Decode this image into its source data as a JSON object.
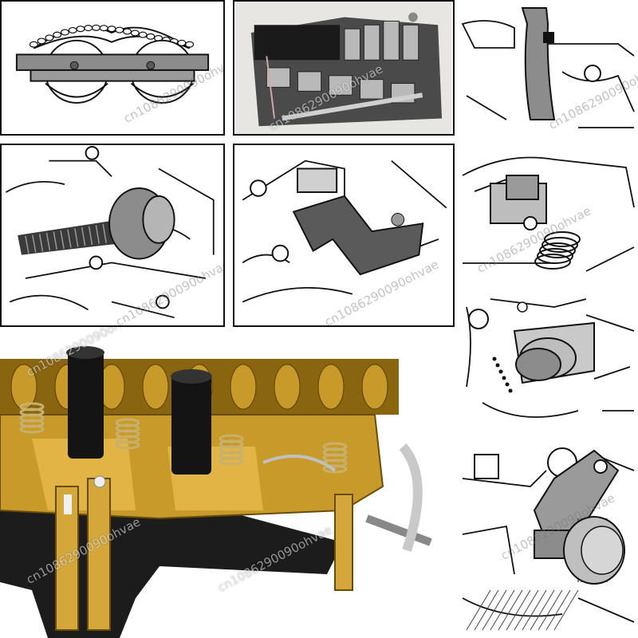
{
  "watermark": {
    "text": "cn1086290090ohvae"
  },
  "colors": {
    "line": "#111111",
    "tool_gray": "#8c8c8c",
    "tool_dark": "#5a5a5a",
    "brass": "#c89a2a",
    "brass_dark": "#8a6510",
    "plate": "#1c1c1c"
  },
  "panels": [
    {
      "name": "chain-tensioner-bar-drawing",
      "icon": "camshaft-holder-bar-icon"
    },
    {
      "name": "engine-head-photo",
      "icon": "cylinder-head-icon"
    },
    {
      "name": "valve-lever-tool-drawing",
      "icon": "lever-tool-icon"
    },
    {
      "name": "threaded-puller-drawing",
      "icon": "threaded-puller-icon"
    },
    {
      "name": "camshaft-locking-plate-drawing",
      "icon": "locking-plate-icon"
    },
    {
      "name": "valve-spring-compressor-drawing",
      "icon": "spring-compressor-icon"
    },
    {
      "name": "pulley-cap-drawing",
      "icon": "cap-tool-icon"
    },
    {
      "name": "cylinder-head-fixture-photo",
      "icon": "brass-fixture-icon"
    },
    {
      "name": "knurled-knob-tool-drawing",
      "icon": "knurled-knob-icon"
    }
  ]
}
